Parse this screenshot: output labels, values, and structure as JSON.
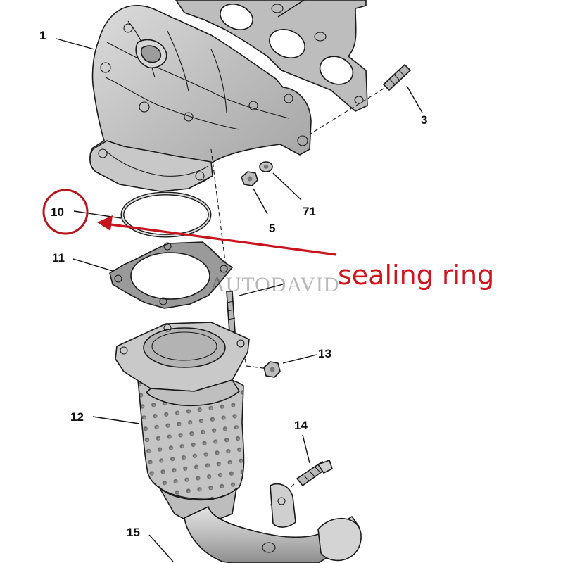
{
  "diagram": {
    "callouts": {
      "c1": "1",
      "c3": "3",
      "c5": "5",
      "c71": "71",
      "c10": "10",
      "c11": "11",
      "c12": "12",
      "c13": "13",
      "c14": "14",
      "c15": "15"
    },
    "annotation": {
      "text": "sealing ring",
      "color": "#d0141e"
    },
    "watermark": "AUTODAVID",
    "colors": {
      "part_fill": "#c9c9c9",
      "part_light": "#e2e2e2",
      "part_dark": "#8f8f8f",
      "outline": "#1a1a1a",
      "highlight": "#d0141e"
    }
  }
}
